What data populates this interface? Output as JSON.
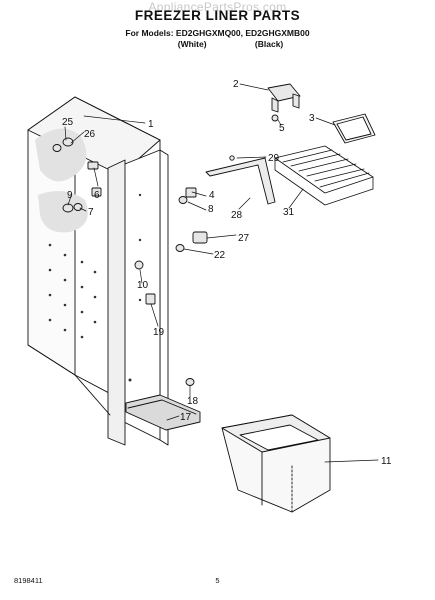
{
  "header": {
    "watermark": "AppliancePartsPros.com",
    "title": "FREEZER LINER PARTS",
    "models_line": "For Models: ED2GHGXMQ00, ED2GHGXMB00",
    "variant_white": "(White)",
    "variant_black": "(Black)"
  },
  "callouts": [
    "1",
    "2",
    "3",
    "4",
    "5",
    "6",
    "7",
    "8",
    "9",
    "10",
    "11",
    "17",
    "18",
    "19",
    "22",
    "25",
    "26",
    "27",
    "28",
    "29",
    "31"
  ],
  "footer": {
    "doc_number": "8198411",
    "page_number": "5"
  }
}
